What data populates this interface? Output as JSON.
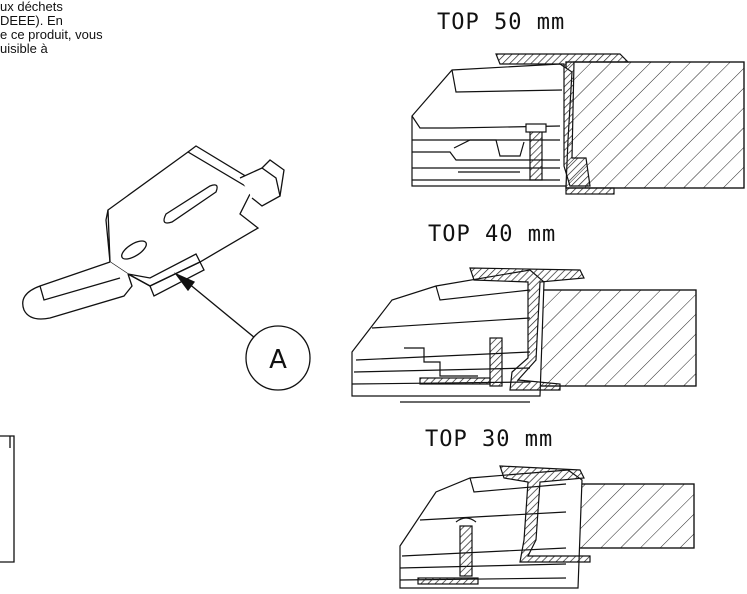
{
  "text_fragment": {
    "lines": [
      "ux déchets",
      "DEEE). En",
      "e ce produit, vous",
      "uisible à"
    ]
  },
  "callout": {
    "letter": "A"
  },
  "sections": [
    {
      "label": "TOP 50 mm"
    },
    {
      "label": "TOP 40 mm"
    },
    {
      "label": "TOP 30 mm"
    }
  ]
}
